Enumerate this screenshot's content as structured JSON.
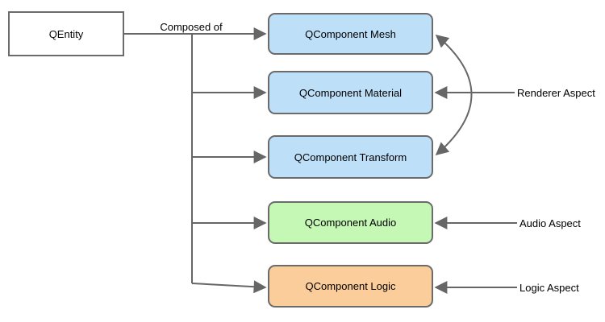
{
  "diagram": {
    "title_hint": "QEntity composition diagram",
    "entity": {
      "label": "QEntity"
    },
    "edge_label": "Composed of",
    "components": [
      {
        "id": "mesh",
        "label": "QComponent Mesh",
        "fill": "blue_fill"
      },
      {
        "id": "material",
        "label": "QComponent Material",
        "fill": "blue_fill"
      },
      {
        "id": "transform",
        "label": "QComponent Transform",
        "fill": "blue_fill"
      },
      {
        "id": "audio",
        "label": "QComponent Audio",
        "fill": "green_fill"
      },
      {
        "id": "logic",
        "label": "QComponent Logic",
        "fill": "orange_fill"
      }
    ],
    "aspects": [
      {
        "label": "Renderer Aspect",
        "points_to": [
          "QComponent Mesh",
          "QComponent Material",
          "QComponent Transform"
        ]
      },
      {
        "label": "Audio Aspect",
        "points_to": [
          "QComponent Audio"
        ]
      },
      {
        "label": "Logic Aspect",
        "points_to": [
          "QComponent Logic"
        ]
      }
    ],
    "colors": {
      "blue_fill": "#BEDFF8",
      "green_fill": "#C5F7B5",
      "orange_fill": "#FBCD9A",
      "entity_fill": "#FFFFFF",
      "border": "#6B6B6B",
      "line": "#666666",
      "text": "#000000"
    }
  }
}
